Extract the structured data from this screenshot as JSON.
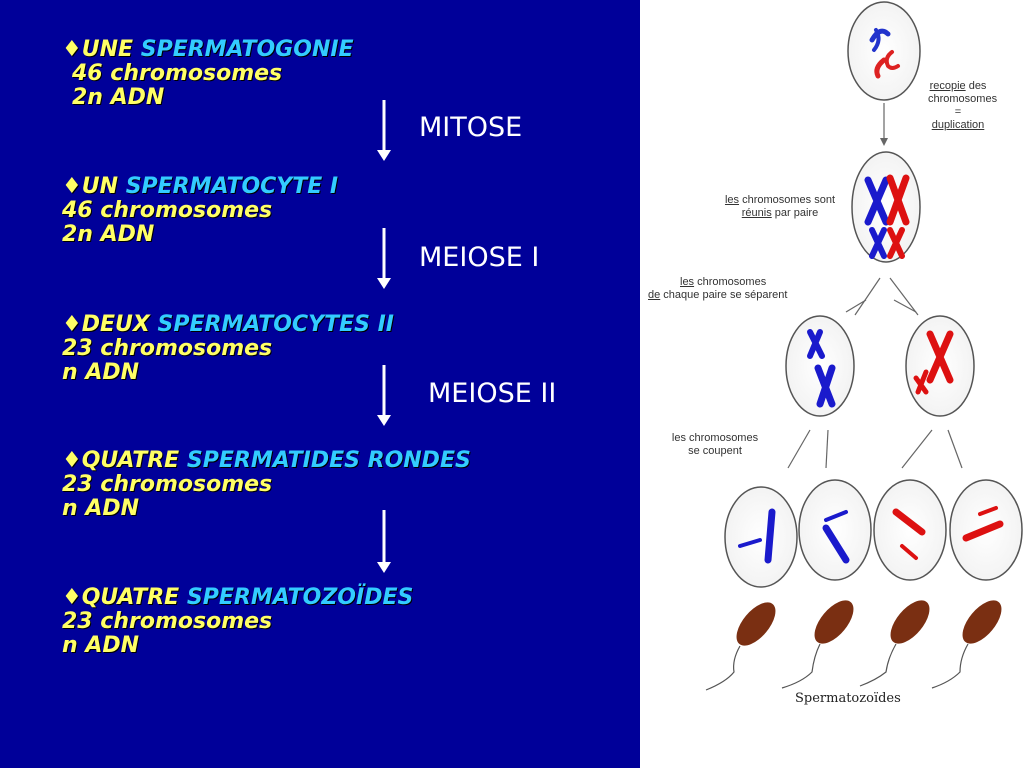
{
  "stages": [
    {
      "count": "UNE",
      "name": "SPERMATOGONIE",
      "chromosomes": "46 chromosomes",
      "adn": "2n ADN"
    },
    {
      "count": "UN",
      "name": "SPERMATOCYTE I",
      "chromosomes": "46 chromosomes",
      "adn": "2n ADN"
    },
    {
      "count": "DEUX",
      "name": "SPERMATOCYTES II",
      "chromosomes": "23 chromosomes",
      "adn": "n ADN"
    },
    {
      "count": "QUATRE",
      "name": "SPERMATIDES RONDES",
      "chromosomes": "23 chromosomes",
      "adn": "n ADN"
    },
    {
      "count": "QUATRE",
      "name": "SPERMATOZOÏDES",
      "chromosomes": "23 chromosomes",
      "adn": "n ADN"
    }
  ],
  "steps": [
    "MITOSE",
    "MEIOSE I",
    "MEIOSE II"
  ],
  "bullet": "♦",
  "figure": {
    "note1": {
      "w1": "recopie",
      "rest1": " des",
      "l2": "chromosomes",
      "l3": "=",
      "l4": "duplication"
    },
    "note2": {
      "w1": "les",
      "rest1": " chromosomes sont",
      "w2": "réunis",
      "rest2": " par paire"
    },
    "note3": {
      "w1": "les",
      "rest1": " chromosomes",
      "w2": "de",
      "rest2": " chaque paire se séparent"
    },
    "note4": {
      "l1": "les chromosomes",
      "l2": "se coupent"
    },
    "caption": "Spermatozoïdes"
  },
  "colors": {
    "background": "#000099",
    "stage_text": "#ffff66",
    "stage_name": "#33ccff",
    "step_text": "#ffffff",
    "blue_chrom": "#1a1acc",
    "red_chrom": "#dd1111",
    "sperm": "#7a2f12"
  }
}
